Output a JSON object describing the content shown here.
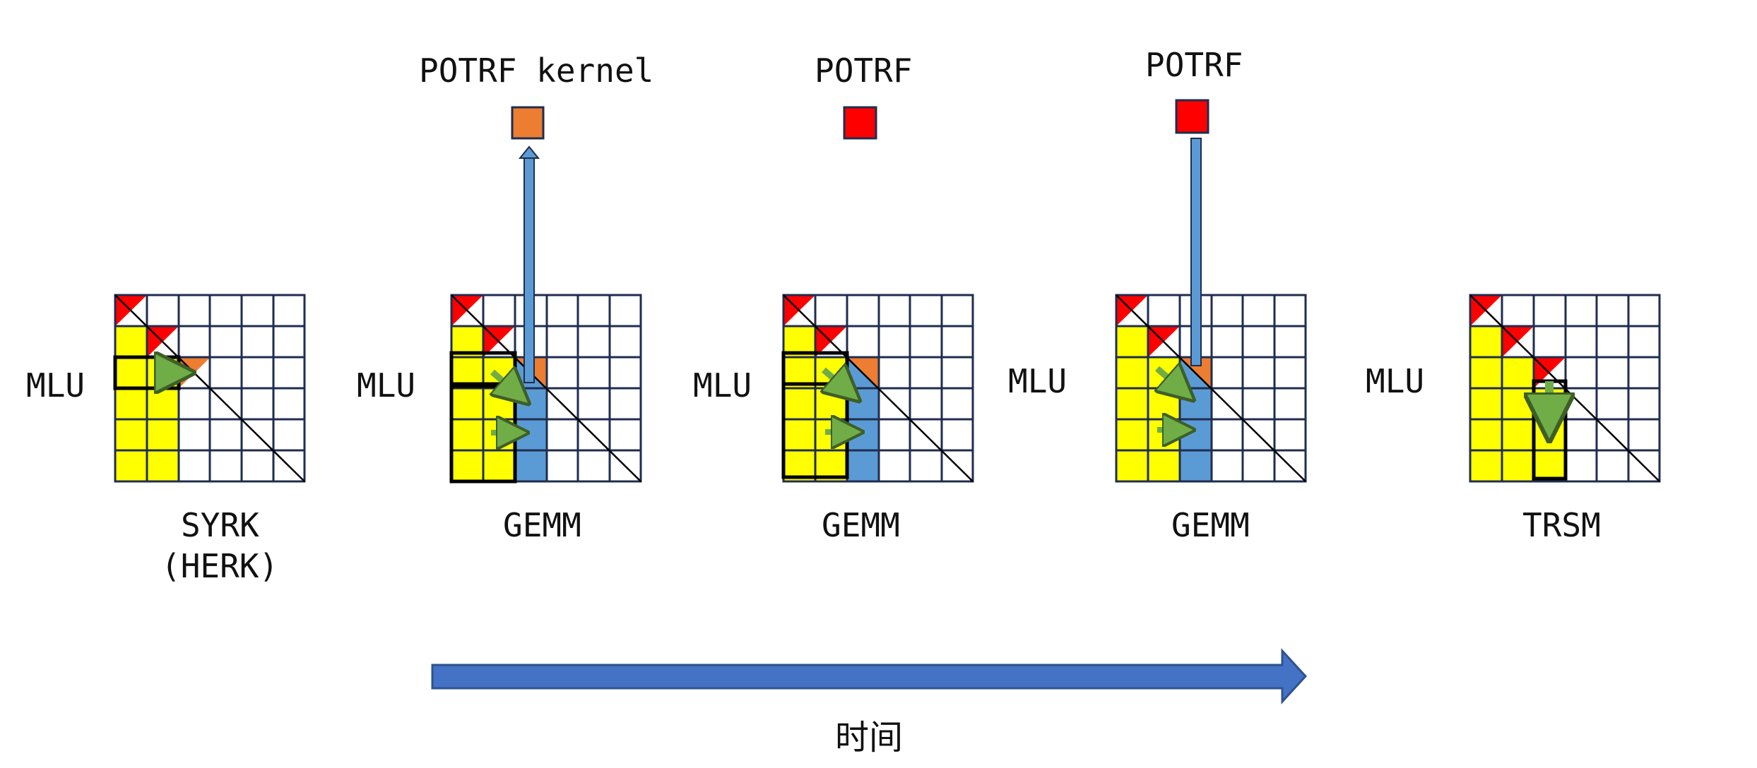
{
  "labels": {
    "potrf_kernel": "POTRF kernel",
    "potrf_2": "POTRF",
    "potrf_3": "POTRF",
    "time": "时间"
  },
  "panels": [
    {
      "id": "syrk",
      "side_label": "MLU",
      "caption_line1": "SYRK",
      "caption_line2": "(HERK)"
    },
    {
      "id": "gemm-1",
      "side_label": "MLU",
      "caption_line1": "GEMM",
      "caption_line2": ""
    },
    {
      "id": "gemm-2",
      "side_label": "MLU",
      "caption_line1": "GEMM",
      "caption_line2": ""
    },
    {
      "id": "gemm-3",
      "side_label": "MLU",
      "caption_line1": "GEMM",
      "caption_line2": ""
    },
    {
      "id": "trsm",
      "side_label": "MLU",
      "caption_line1": "TRSM",
      "caption_line2": ""
    }
  ],
  "colors": {
    "red": "#ff0000",
    "yellow": "#ffff00",
    "orange": "#ed7d31",
    "blue": "#5b9bd5",
    "green": "#70ad47",
    "timeline": "#4472c4",
    "grid": "#1f2d4f"
  }
}
